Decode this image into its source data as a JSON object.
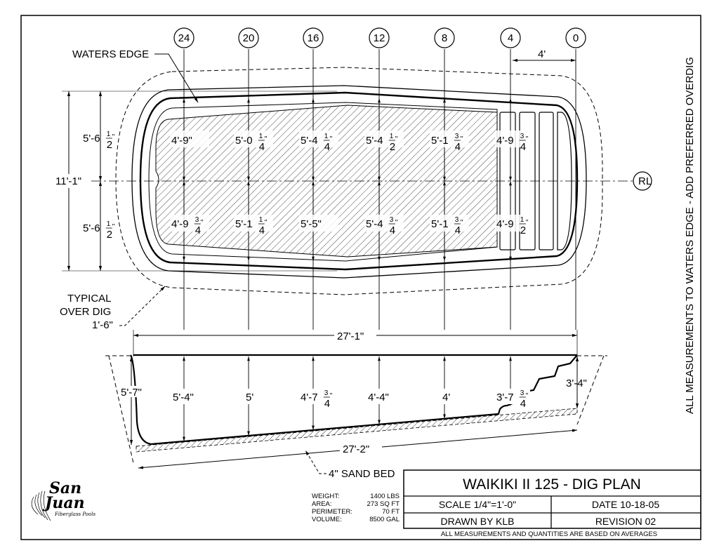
{
  "title": "WAIKIKI II 125 - DIG PLAN",
  "scale": "SCALE 1/4\"=1'-0\"",
  "date": "DATE 10-18-05",
  "drawn_by": "DRAWN BY KLB",
  "revision": "REVISION 02",
  "footnote": "ALL MEASUREMENTS AND QUANTITIES ARE BASED ON AVERAGES",
  "side_note": "ALL MEASUREMENTS TO WATERS EDGE - ADD PREFERRED OVERDIG",
  "logo": {
    "line1": "San",
    "line2": "Juan",
    "tagline": "Fiberglass Pools"
  },
  "specs": [
    {
      "label": "WEIGHT:",
      "value": "1400 LBS"
    },
    {
      "label": "AREA:",
      "value": "273 SQ FT"
    },
    {
      "label": "PERIMETER:",
      "value": "70 FT"
    },
    {
      "label": "VOLUME:",
      "value": "8500 GAL"
    }
  ],
  "stations": [
    "24",
    "20",
    "16",
    "12",
    "8",
    "4",
    "0"
  ],
  "centerline_symbol": "RL",
  "labels": {
    "waters_edge": "WATERS EDGE",
    "typical": "TYPICAL",
    "over_dig": "OVER DIG",
    "over_dig_dim": "1'-6\"",
    "sand_bed": "4\" SAND BED"
  },
  "plan_dims": {
    "station_spacing": "4'",
    "overall_width": "11'-1\"",
    "half_width_top": {
      "whole": "5'-6",
      "num": "1",
      "den": "2",
      "tail": "\""
    },
    "half_width_bottom": {
      "whole": "5'-6",
      "num": "1",
      "den": "2",
      "tail": "\""
    },
    "top_row": [
      {
        "whole": "4'-9\"",
        "num": "",
        "den": "",
        "tail": ""
      },
      {
        "whole": "5'-0",
        "num": "1",
        "den": "4",
        "tail": "\""
      },
      {
        "whole": "5'-4",
        "num": "1",
        "den": "4",
        "tail": "\""
      },
      {
        "whole": "5'-4",
        "num": "1",
        "den": "2",
        "tail": "\""
      },
      {
        "whole": "5'-1",
        "num": "3",
        "den": "4",
        "tail": "\""
      },
      {
        "whole": "4'-9",
        "num": "3",
        "den": "4",
        "tail": "\""
      }
    ],
    "bottom_row": [
      {
        "whole": "4'-9",
        "num": "3",
        "den": "4",
        "tail": "\""
      },
      {
        "whole": "5'-1",
        "num": "1",
        "den": "4",
        "tail": "\""
      },
      {
        "whole": "5'-5\"",
        "num": "",
        "den": "",
        "tail": ""
      },
      {
        "whole": "5'-4",
        "num": "3",
        "den": "4",
        "tail": "\""
      },
      {
        "whole": "5'-1",
        "num": "3",
        "den": "4",
        "tail": "\""
      },
      {
        "whole": "4'-9",
        "num": "1",
        "den": "2",
        "tail": "\""
      }
    ]
  },
  "profile_dims": {
    "overall_length": "27'-1\"",
    "bottom_length": "27'-2\"",
    "deep_end_overall": "5'-7\"",
    "shallow_end": "3'-4\"",
    "depths": [
      {
        "whole": "5'-4\"",
        "num": "",
        "den": "",
        "tail": ""
      },
      {
        "whole": "5'",
        "num": "",
        "den": "",
        "tail": ""
      },
      {
        "whole": "4'-7",
        "num": "3",
        "den": "4",
        "tail": "\""
      },
      {
        "whole": "4'-4\"",
        "num": "",
        "den": "",
        "tail": ""
      },
      {
        "whole": "4'",
        "num": "",
        "den": "",
        "tail": ""
      },
      {
        "whole": "3'-7",
        "num": "3",
        "den": "4",
        "tail": "\""
      }
    ]
  }
}
